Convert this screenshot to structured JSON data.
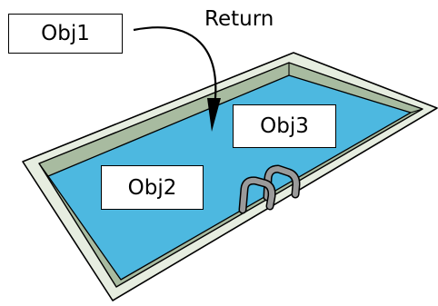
{
  "labels": {
    "obj1": "Obj1",
    "obj2": "Obj2",
    "obj3": "Obj3",
    "arrow": "Return"
  },
  "colors": {
    "water": "#4db8e0",
    "deck": "#e6ede0",
    "inner_wall": "#a8bba0",
    "outline": "#000000",
    "ladder": "#9a9a9a",
    "label_box_fill": "#ffffff",
    "text": "#000000"
  },
  "icons": {
    "pool": "swimming-pool-illustration",
    "ladder": "pool-ladder-icon",
    "arrow": "curved-arrow"
  }
}
